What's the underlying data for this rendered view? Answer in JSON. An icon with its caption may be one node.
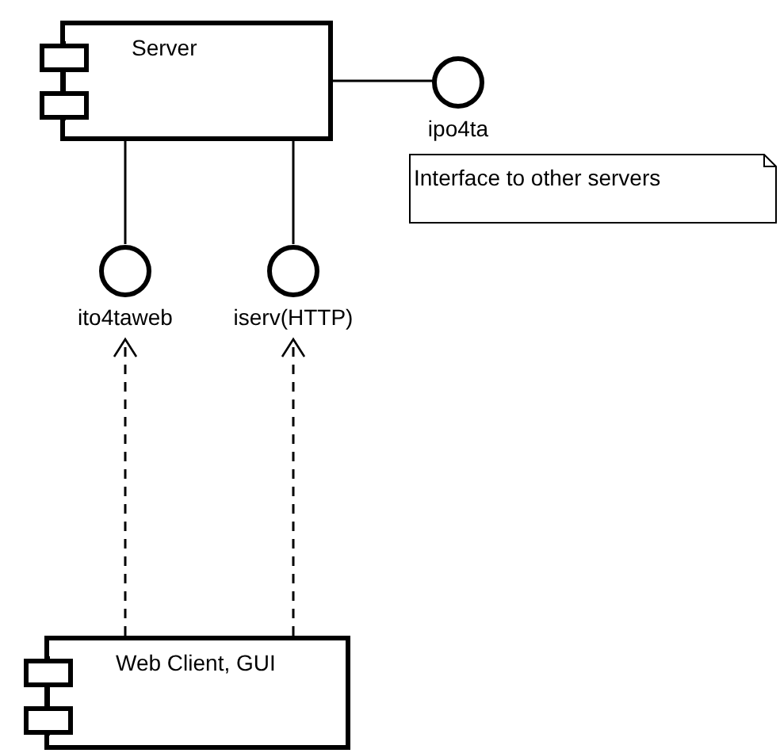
{
  "diagram": {
    "nodes": [
      {
        "text": [
          "Server"
        ]
      },
      {
        "text": [
          "ipo4ta"
        ]
      },
      {
        "text": [
          "Interface to other servers"
        ]
      },
      {
        "text": [
          "ito4taweb"
        ]
      },
      {
        "text": [
          "iserv(HTTP)"
        ]
      },
      {
        "text": [
          "Web Client, GUI"
        ]
      }
    ],
    "edges": [
      {
        "from": 0,
        "to": 1,
        "arrow": "none"
      },
      {
        "from": 0,
        "to": 3,
        "arrow": "none"
      },
      {
        "from": 0,
        "to": 4,
        "arrow": "none"
      },
      {
        "from": 5,
        "to": 3,
        "arrow": "to",
        "style": "dashed"
      },
      {
        "from": 5,
        "to": 4,
        "arrow": "to",
        "style": "dashed"
      }
    ]
  }
}
